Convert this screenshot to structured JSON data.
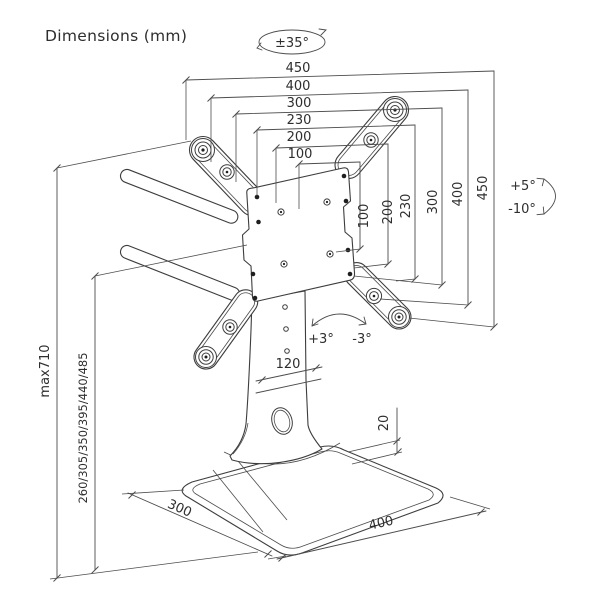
{
  "title": "Dimensions (mm)",
  "annotations": {
    "rotation_range": "±35°",
    "tilt_up": "+5°",
    "tilt_down": "-10°",
    "swivel_left": "+3°",
    "swivel_right": "-3°"
  },
  "dimensions": {
    "top": [
      "450",
      "400",
      "300",
      "230",
      "200",
      "100"
    ],
    "right": [
      "100",
      "200",
      "230",
      "300",
      "400",
      "450"
    ],
    "column_width": "120",
    "base_thickness": "20",
    "base_depth": "300",
    "base_width": "400",
    "max_height": "max710",
    "height_positions": "260/305/350/395/440/485"
  },
  "colors": {
    "line": "#3d3d3d",
    "dim_line": "#4c4c4c",
    "background": "#ffffff",
    "text": "#2e2e2e"
  }
}
